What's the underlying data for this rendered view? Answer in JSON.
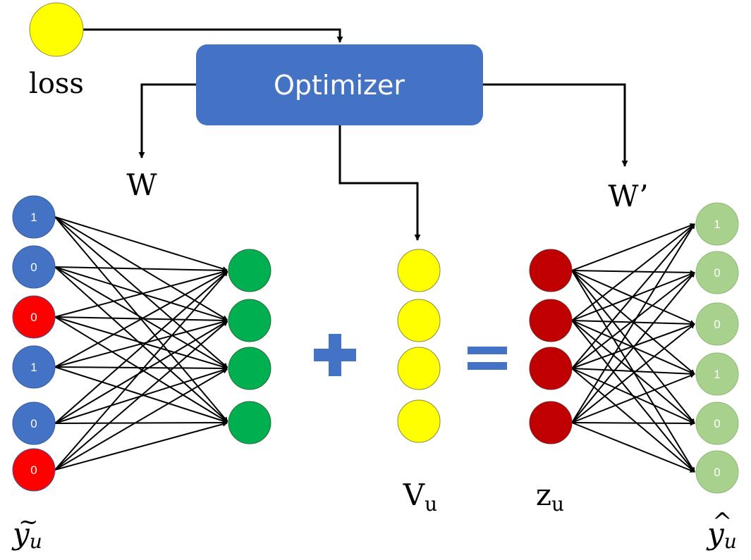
{
  "optimizer": {
    "label": "Optimizer"
  },
  "labels": {
    "loss": "loss",
    "w": "W",
    "w_prime": "W’",
    "v_main": "V",
    "v_sub": "u",
    "z_main": "z",
    "z_sub": "u",
    "y_tilde_main": "y",
    "y_tilde_accent": "~",
    "y_tilde_sub": "u",
    "y_hat_main": "y",
    "y_hat_accent": "^",
    "y_hat_sub": "u"
  },
  "operators": {
    "plus": "plus",
    "equals": "equals"
  },
  "input_layer": {
    "values": [
      "1",
      "0",
      "0",
      "1",
      "0",
      "0"
    ],
    "colors": [
      "#4472c4",
      "#4472c4",
      "#ff0000",
      "#4472c4",
      "#4472c4",
      "#ff0000"
    ]
  },
  "hidden_layer": {
    "count": 4,
    "color": "#00b050"
  },
  "vu_layer": {
    "count": 4,
    "color": "#ffff00"
  },
  "zu_layer": {
    "count": 4,
    "color": "#c00000"
  },
  "output_layer": {
    "values": [
      "1",
      "0",
      "0",
      "1",
      "0",
      "0"
    ],
    "color": "#a9d18e"
  },
  "colors": {
    "optimizer_fill": "#4472c4",
    "operator_fill": "#4472c4",
    "loss_fill": "#ffff00",
    "line": "#000000"
  }
}
